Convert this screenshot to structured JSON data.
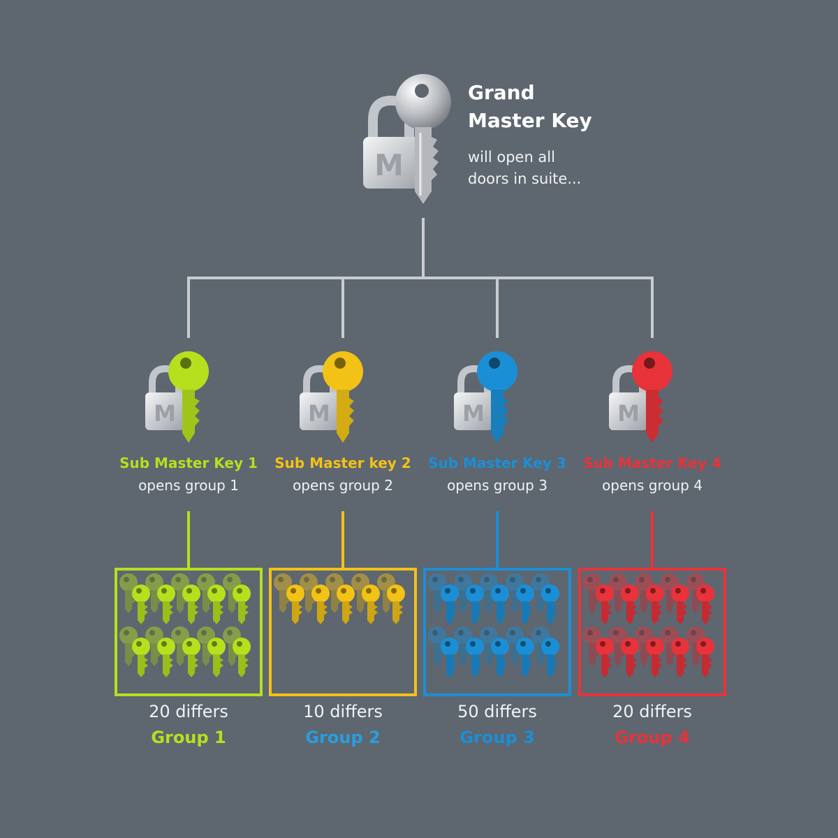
{
  "grand_master": {
    "title_line1": "Grand",
    "title_line2": "Master Key",
    "desc_line1": "will open all",
    "desc_line2": "doors in suite...",
    "lock_letter": "M",
    "key_color": "#b9bbbe",
    "connector_color": "#c9ccd0"
  },
  "groups": [
    {
      "sub_title": "Sub Master Key 1",
      "sub_desc": "opens group 1",
      "differs": "20 differs",
      "group_label": "Group 1",
      "color": "#b6e01e",
      "label_color": "#b6e01e",
      "lock_letter": "M",
      "key_rows": 2
    },
    {
      "sub_title": "Sub Master key 2",
      "sub_desc": "opens group 2",
      "differs": "10 differs",
      "group_label": "Group 2",
      "color": "#f2c216",
      "label_color": "#2a9ee0",
      "lock_letter": "M",
      "key_rows": 1
    },
    {
      "sub_title": "Sub Master Key 3",
      "sub_desc": "opens group 3",
      "differs": "50 differs",
      "group_label": "Group 3",
      "color": "#1b8fd6",
      "label_color": "#1b8fd6",
      "lock_letter": "M",
      "key_rows": 2
    },
    {
      "sub_title": "Sub Master Key 4",
      "sub_desc": "opens group 4",
      "differs": "20 differs",
      "group_label": "Group 4",
      "color": "#e8333a",
      "label_color": "#e8333a",
      "lock_letter": "M",
      "key_rows": 2
    }
  ]
}
